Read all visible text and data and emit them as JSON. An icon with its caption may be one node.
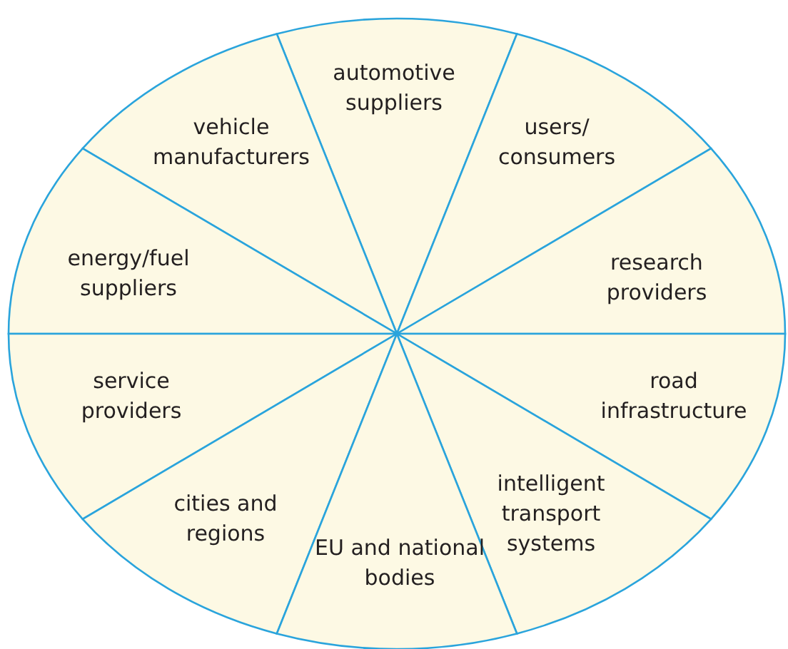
{
  "diagram": {
    "nodes": [
      {
        "text": [
          "automotive suppliers"
        ]
      },
      {
        "text": [
          "vehicle manufacturers"
        ]
      },
      {
        "text": [
          "users/ consumers"
        ]
      },
      {
        "text": [
          "energy/fuel suppliers"
        ]
      },
      {
        "text": [
          "research providers"
        ]
      },
      {
        "text": [
          "service providers"
        ]
      },
      {
        "text": [
          "road infrastructure"
        ]
      },
      {
        "text": [
          "intelligent transport systems"
        ]
      },
      {
        "text": [
          "cities and regions"
        ]
      },
      {
        "text": [
          "EU and national bodies"
        ]
      }
    ]
  }
}
